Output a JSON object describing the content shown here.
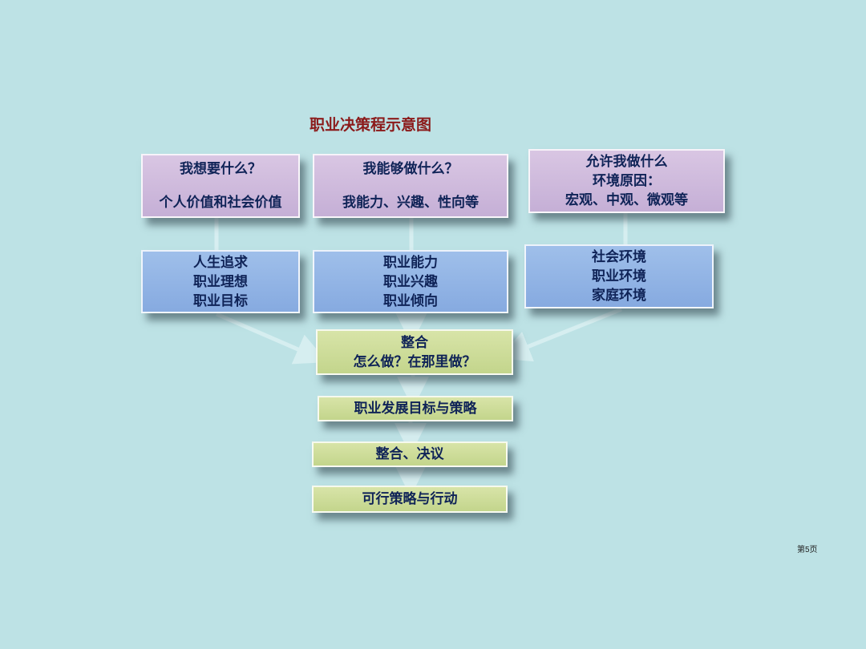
{
  "title": "职业决策程示意图",
  "columns": [
    {
      "question": "我想要什么？",
      "answer": "个人价值和社会价值",
      "details": [
        "人生追求",
        "职业理想",
        "职业目标"
      ]
    },
    {
      "question": "我能够做什么？",
      "answer": "我能力、兴趣、性向等",
      "details": [
        "职业能力",
        "职业兴趣",
        "职业倾向"
      ]
    },
    {
      "lines": [
        "允许我做什么",
        "环境原因：",
        "宏观、中观、微观等"
      ],
      "details": [
        "社会环境",
        "职业环境",
        "家庭环境"
      ]
    }
  ],
  "integration": {
    "line1": "整合",
    "line2": "怎么做？在那里做？"
  },
  "steps": [
    "职业发展目标与策略",
    "整合、决议",
    "可行策略与行动"
  ],
  "page_number": "第5页",
  "colors": {
    "background": "#bde2e5",
    "purple_box": "#cfbadd",
    "blue_box": "#8fb3e6",
    "green_box": "#cddd9a",
    "text": "#0f2357",
    "title": "#8b1a1a",
    "connector": "#d9f0f2"
  }
}
